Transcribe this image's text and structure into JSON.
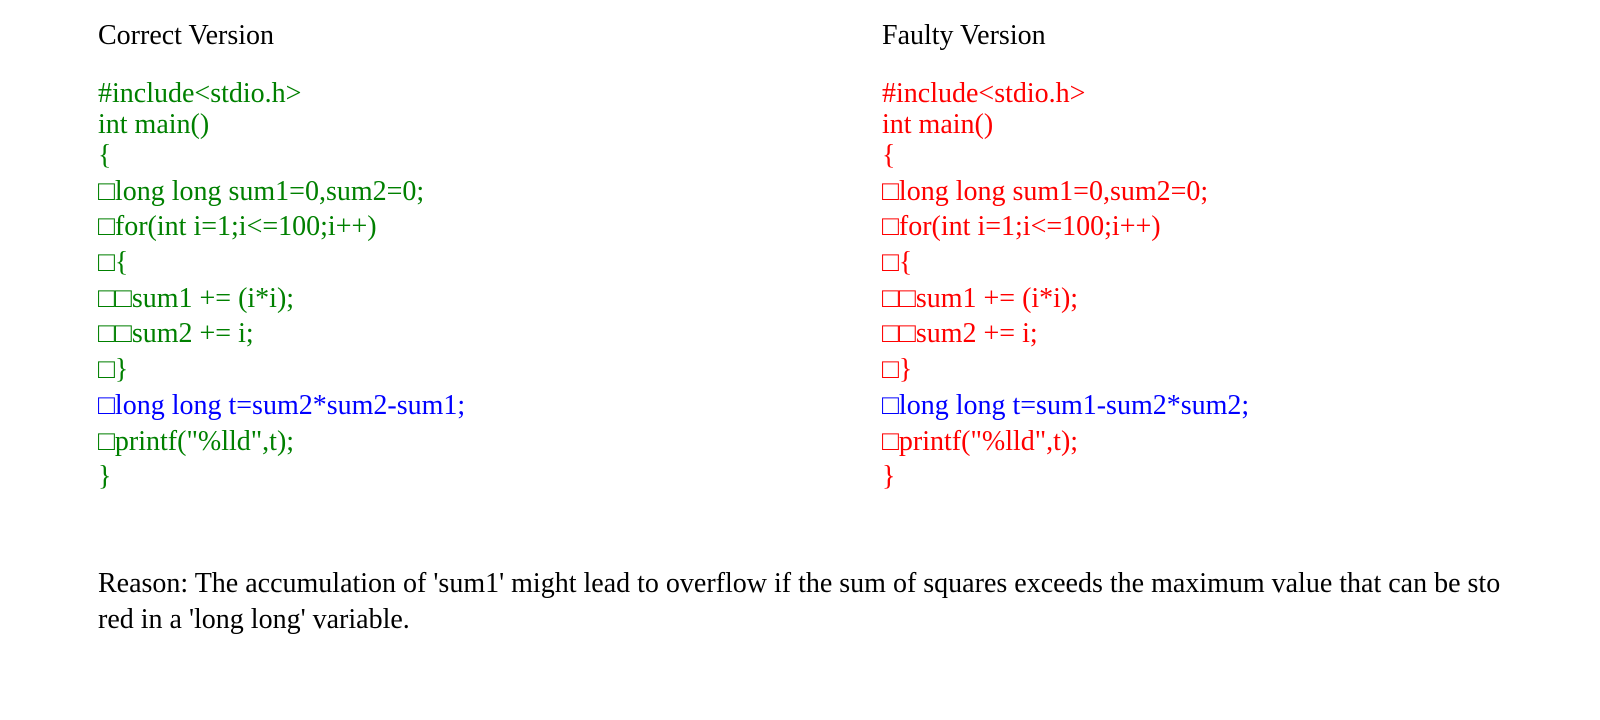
{
  "colors": {
    "correct_code": "#008000",
    "faulty_code": "#ff0000",
    "highlight_line": "#0000ff",
    "text": "#000000",
    "background": "#ffffff"
  },
  "correct": {
    "heading": "Correct Version",
    "lines": [
      {
        "text": "#include<stdio.h>",
        "highlight": false
      },
      {
        "text": "int main()",
        "highlight": false
      },
      {
        "text": "{",
        "highlight": false
      },
      {
        "text": "□long long sum1=0,sum2=0;",
        "highlight": false
      },
      {
        "text": "□for(int i=1;i<=100;i++)",
        "highlight": false
      },
      {
        "text": "□{",
        "highlight": false
      },
      {
        "text": "□□sum1 += (i*i);",
        "highlight": false
      },
      {
        "text": "□□sum2 += i;",
        "highlight": false
      },
      {
        "text": "□}",
        "highlight": false
      },
      {
        "text": "□long long t=sum2*sum2-sum1;",
        "highlight": true
      },
      {
        "text": "□printf(\"%lld\",t);",
        "highlight": false
      },
      {
        "text": "}",
        "highlight": false
      }
    ]
  },
  "faulty": {
    "heading": "Faulty Version",
    "lines": [
      {
        "text": "#include<stdio.h>",
        "highlight": false
      },
      {
        "text": "int main()",
        "highlight": false
      },
      {
        "text": "{",
        "highlight": false
      },
      {
        "text": "□long long sum1=0,sum2=0;",
        "highlight": false
      },
      {
        "text": "□for(int i=1;i<=100;i++)",
        "highlight": false
      },
      {
        "text": "□{",
        "highlight": false
      },
      {
        "text": "□□sum1 += (i*i);",
        "highlight": false
      },
      {
        "text": "□□sum2 += i;",
        "highlight": false
      },
      {
        "text": "□}",
        "highlight": false
      },
      {
        "text": "□long long t=sum1-sum2*sum2;",
        "highlight": true
      },
      {
        "text": "□printf(\"%lld\",t);",
        "highlight": false
      },
      {
        "text": "}",
        "highlight": false
      }
    ]
  },
  "reason": {
    "line1": "Reason: The accumulation of 'sum1' might lead to overflow if the sum of squares exceeds the maximum value that can be sto",
    "line2": "red in a 'long long' variable."
  }
}
